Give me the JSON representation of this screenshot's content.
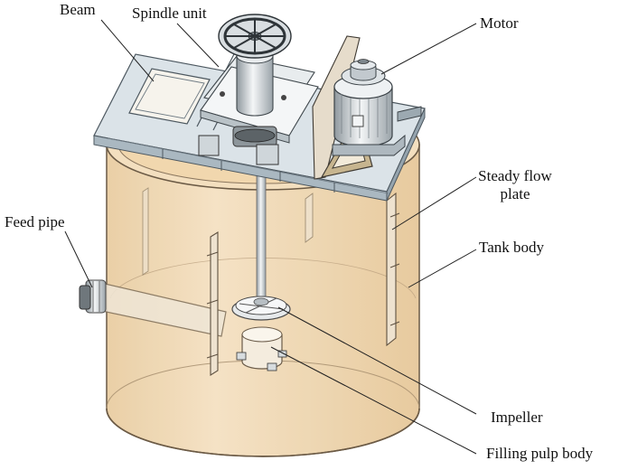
{
  "labels": {
    "beam": "Beam",
    "spindle_unit": "Spindle unit",
    "motor": "Motor",
    "steady_flow_plate_line1": "Steady flow",
    "steady_flow_plate_line2": "plate",
    "feed_pipe": "Feed pipe",
    "tank_body": "Tank body",
    "impeller": "Impeller",
    "filling_pulp_body": "Filling pulp body"
  },
  "colors": {
    "tank_fill": "#f1d9b2",
    "tank_stroke": "#6b5a45",
    "beam_fill": "#d3dde3",
    "beam_dark": "#a9b8c1",
    "metal_light": "#f2f4f5",
    "metal_mid": "#c9cfd3",
    "metal_dark": "#7e878d",
    "leader_line": "#222222"
  }
}
